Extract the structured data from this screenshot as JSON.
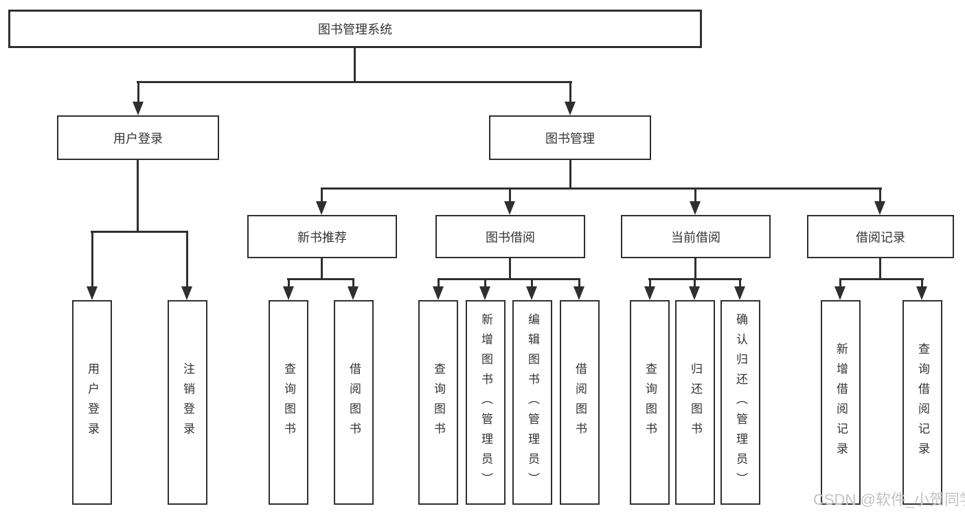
{
  "diagram": {
    "tree": {
      "root": {
        "label": "图书管理系统"
      },
      "level2": [
        {
          "label": "用户登录",
          "children": [
            {
              "label": "用户登录"
            },
            {
              "label": "注销登录"
            }
          ]
        },
        {
          "label": "图书管理",
          "children": [
            {
              "label": "新书推荐",
              "children": [
                {
                  "label": "查询图书"
                },
                {
                  "label": "借阅图书"
                }
              ]
            },
            {
              "label": "图书借阅",
              "children": [
                {
                  "label": "查询图书"
                },
                {
                  "label": "新增图书（管理员）"
                },
                {
                  "label": "编辑图书（管理员）"
                },
                {
                  "label": "借阅图书"
                }
              ]
            },
            {
              "label": "当前借阅",
              "children": [
                {
                  "label": "查询图书"
                },
                {
                  "label": "归还图书"
                },
                {
                  "label": "确认归还（管理员）"
                }
              ]
            },
            {
              "label": "借阅记录",
              "children": [
                {
                  "label": "新增借阅记录"
                },
                {
                  "label": "查询借阅记录"
                }
              ]
            }
          ]
        }
      ]
    }
  },
  "watermark": {
    "text": "CSDN @软件_小贺同学"
  },
  "colors": {
    "line": "#2f2f2f",
    "text": "#333333",
    "background": "#ffffff",
    "watermark": "#c3c3c3"
  }
}
